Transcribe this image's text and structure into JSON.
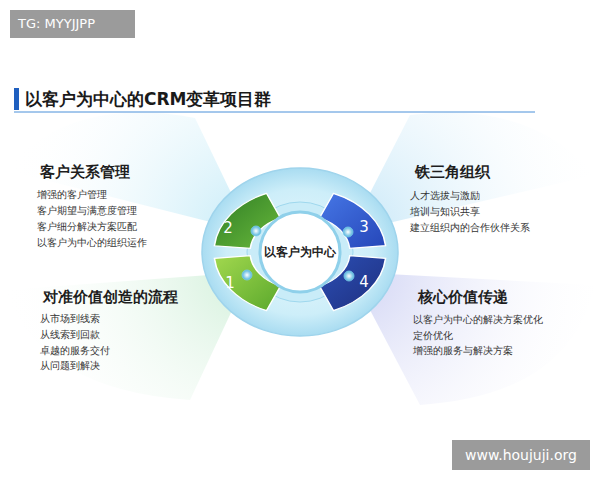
{
  "diagram": {
    "title": "以客户为中心的CRM变革项目群",
    "nodes": [
      {
        "text": [
          "以客户为中心"
        ]
      },
      {
        "text": [
          "2"
        ]
      },
      {
        "text": [
          "3"
        ]
      },
      {
        "text": [
          "1"
        ]
      },
      {
        "text": [
          "4"
        ]
      }
    ],
    "labels": [
      "TG: MYYJJPP",
      "客户关系管理",
      "增强的客户管理",
      "客户期望与满意度管理",
      "客户细分解决方案匹配",
      "以客户为中心的组织运作",
      "铁三角组织",
      "人才选拔与激励",
      "培训与知识共享",
      "建立组织内的合作伙伴关系",
      "对准价值创造的流程",
      "从市场到线索",
      "从线索到回款",
      "卓越的服务交付",
      "从问题到解决",
      "核心价值传递",
      "以客户为中心的解决方案优化",
      "定价优化",
      "增强的服务与解决方案",
      "www.houjuji.org"
    ]
  }
}
